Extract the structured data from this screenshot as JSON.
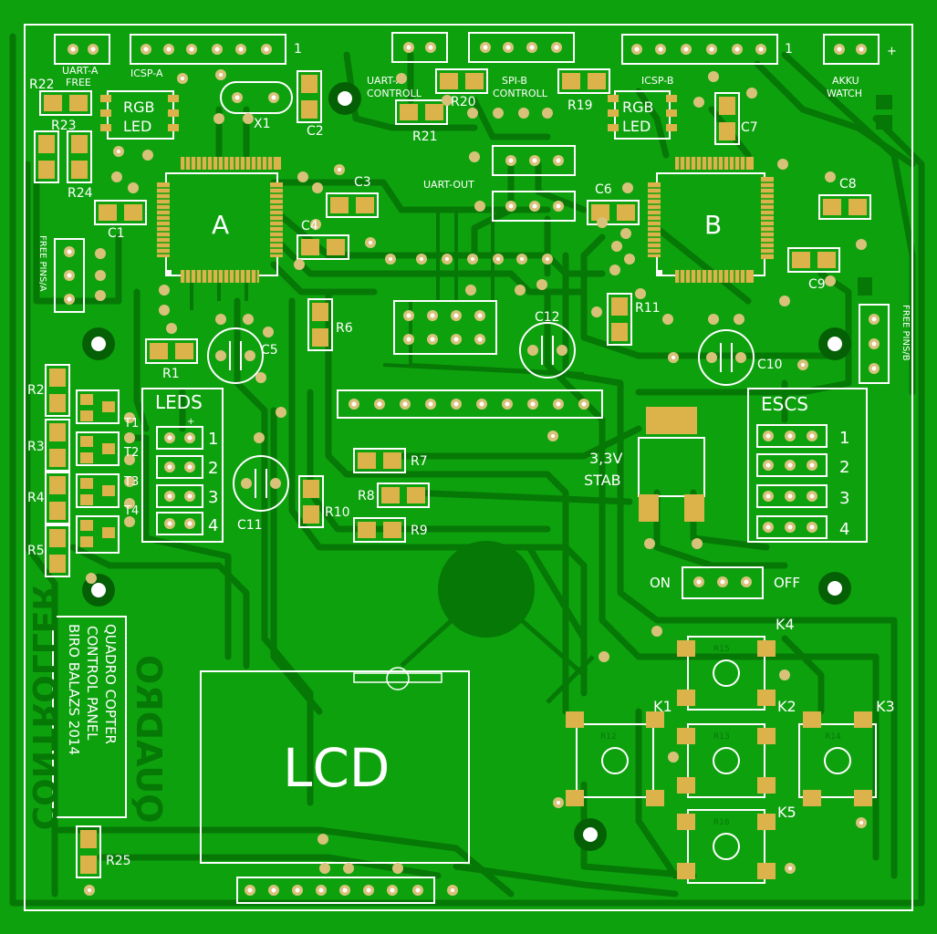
{
  "colors": {
    "board": "#0ea10e",
    "copper": "#067806",
    "silk": "#ffffff",
    "pad": "#dcb24a",
    "via": "#d8c27a",
    "drill": "#ffffff",
    "mount": "#056005"
  },
  "headers": {
    "uart_a_free": "UART-A",
    "uart_a_free2": "FREE",
    "icsp_a": "ICSP-A",
    "uart_a_ctrl": "UART-A",
    "uart_a_ctrl2": "CONTROLL",
    "spi_b": "SPI-B",
    "spi_b2": "CONTROLL",
    "icsp_b": "ICSP-B",
    "akku": "AKKU",
    "akku2": "WATCH",
    "uart_out": "UART-OUT",
    "free_pins_a": "FREE PINS/A",
    "free_pins_b": "FREE PINS/B",
    "pin1_mark": "1",
    "plus_mark": "+"
  },
  "mcu": {
    "a": "A",
    "b": "B"
  },
  "rgb_led": {
    "line1": "RGB",
    "line2": "LED"
  },
  "components": {
    "r22": "R22",
    "r23": "R23",
    "r24": "R24",
    "c1": "C1",
    "x1": "X1",
    "c2": "C2",
    "c3": "C3",
    "c4": "C4",
    "r21": "R21",
    "r20": "R20",
    "r19": "R19",
    "c7": "C7",
    "c6": "C6",
    "c8": "C8",
    "c9": "C9",
    "r11": "R11",
    "r6": "R6",
    "c5": "C5",
    "r1": "R1",
    "c12": "C12",
    "c10": "C10",
    "r2": "R2",
    "r3": "R3",
    "r4": "R4",
    "r5": "R5",
    "t1": "T1",
    "t2": "T2",
    "t3": "T3",
    "t4": "T4",
    "r7": "R7",
    "r8": "R8",
    "r9": "R9",
    "r10": "R10",
    "c11": "C11",
    "r25": "R25",
    "k1": "K1",
    "k2": "K2",
    "k3": "K3",
    "k4": "K4",
    "k5": "K5",
    "r15": "R15",
    "r16": "R16",
    "r13": "R13",
    "r12": "R12",
    "r14": "R14"
  },
  "leds": {
    "title": "LEDS",
    "plus": "+",
    "n1": "1",
    "n2": "2",
    "n3": "3",
    "n4": "4"
  },
  "escs": {
    "title": "ESCS",
    "n1": "1",
    "n2": "2",
    "n3": "3",
    "n4": "4"
  },
  "stab": {
    "line1": "3,3V",
    "line2": "STAB"
  },
  "switch": {
    "on": "ON",
    "off": "OFF"
  },
  "lcd": {
    "label": "LCD"
  },
  "credit": {
    "line1": "QUADRO COPTER",
    "line2": "CONTROL PANEL",
    "line3": "BIRO BALAZS  2014"
  },
  "mirror_text": {
    "line1": "QUADRO",
    "line2": "CONTROLLER"
  }
}
